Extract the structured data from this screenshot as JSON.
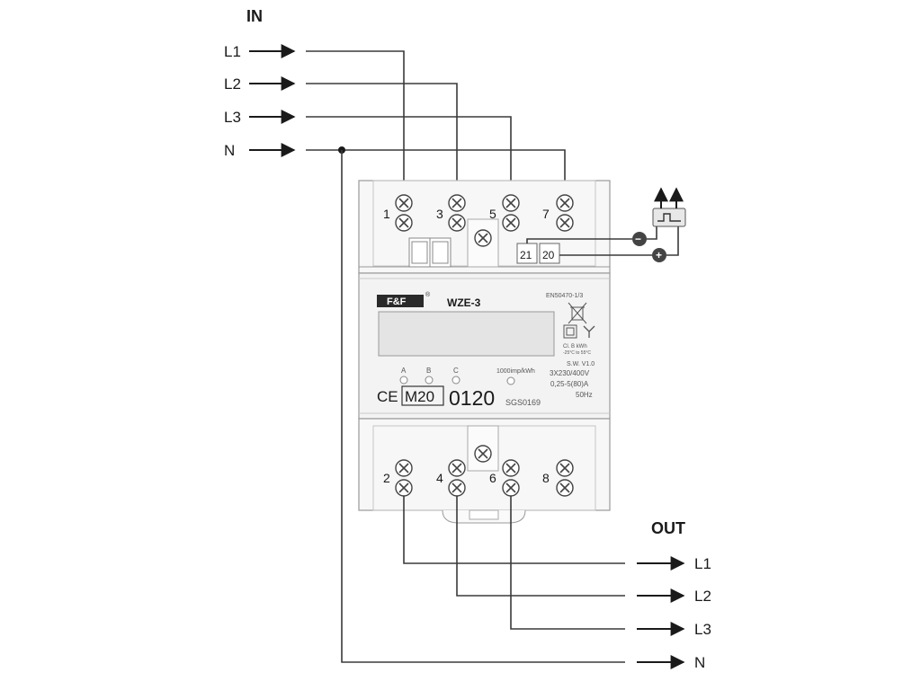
{
  "input": {
    "heading": "IN",
    "lines": [
      "L1",
      "L2",
      "L3",
      "N"
    ]
  },
  "output": {
    "heading": "OUT",
    "lines": [
      "L1",
      "L2",
      "L3",
      "N"
    ]
  },
  "meter": {
    "brand": "F&F",
    "brand_mark": "®",
    "model": "WZE-3",
    "standard": "EN50470-1/3",
    "class_line": "Cl. B   kWh",
    "temp_line": "-25°C to 55°C",
    "software": "S.W. V1.0",
    "voltage": "3X230/400V",
    "current": "0,25-5(80)A",
    "frequency": "50Hz",
    "phase_labels": [
      "A",
      "B",
      "C"
    ],
    "impulse_rate": "1000imp/kWh",
    "ce_mark": "CE",
    "mid_mark": "M20",
    "notified_body": "0120",
    "serial": "SGS0169"
  },
  "terminals": {
    "top": [
      "1",
      "3",
      "5",
      "7"
    ],
    "bottom": [
      "2",
      "4",
      "6",
      "8"
    ],
    "pulse": [
      "21",
      "20"
    ]
  },
  "pulse_output": {
    "minus_symbol": "−",
    "plus_symbol": "+"
  },
  "colors": {
    "line": "#3a3a3a",
    "housing_fill": "#f7f7f7",
    "housing_stroke": "#9a9a9a",
    "text": "#1a1a1a"
  }
}
